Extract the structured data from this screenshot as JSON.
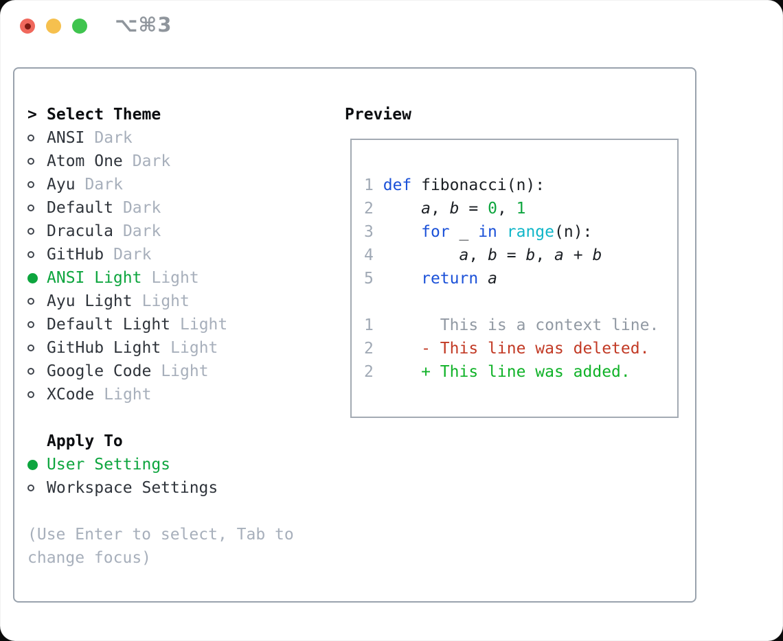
{
  "window": {
    "shortcut_label": "⌥⌘3",
    "traffic_lights": [
      {
        "name": "close",
        "color": "#f0685c"
      },
      {
        "name": "minimize",
        "color": "#f6c04e"
      },
      {
        "name": "zoom",
        "color": "#3fc44e"
      }
    ]
  },
  "colors": {
    "accent_green": "#0da53e",
    "muted_gray": "#a7afbb",
    "text_dark": "#2f343b",
    "border_gray": "#99a2ad",
    "keyword_blue": "#1b51d8",
    "builtin_cyan": "#10b6c8",
    "diff_red": "#c23a25",
    "diff_green": "#10b228"
  },
  "theme_list": {
    "header_marker": ">",
    "header": "Select Theme",
    "items": [
      {
        "name": "ANSI",
        "tag": "Dark",
        "selected": false
      },
      {
        "name": "Atom One",
        "tag": "Dark",
        "selected": false
      },
      {
        "name": "Ayu",
        "tag": "Dark",
        "selected": false
      },
      {
        "name": "Default",
        "tag": "Dark",
        "selected": false
      },
      {
        "name": "Dracula",
        "tag": "Dark",
        "selected": false
      },
      {
        "name": "GitHub",
        "tag": "Dark",
        "selected": false
      },
      {
        "name": "ANSI Light",
        "tag": "Light",
        "selected": true
      },
      {
        "name": "Ayu Light",
        "tag": "Light",
        "selected": false
      },
      {
        "name": "Default Light",
        "tag": "Light",
        "selected": false
      },
      {
        "name": "GitHub Light",
        "tag": "Light",
        "selected": false
      },
      {
        "name": "Google Code",
        "tag": "Light",
        "selected": false
      },
      {
        "name": "XCode",
        "tag": "Light",
        "selected": false
      }
    ]
  },
  "apply_to": {
    "header": "Apply To",
    "options": [
      {
        "label": "User Settings",
        "selected": true
      },
      {
        "label": "Workspace Settings",
        "selected": false
      }
    ]
  },
  "hint": {
    "line1": "(Use Enter to select, Tab to",
    "line2": "change focus)"
  },
  "preview": {
    "title": "Preview",
    "code_lines": [
      {
        "num": "1",
        "tokens": [
          {
            "t": "def",
            "c": "kw"
          },
          {
            "t": " fibonacci(n):",
            "c": "fg"
          }
        ]
      },
      {
        "num": "2",
        "tokens": [
          {
            "t": "    ",
            "c": "fg"
          },
          {
            "t": "a",
            "c": "var"
          },
          {
            "t": ", ",
            "c": "fg"
          },
          {
            "t": "b",
            "c": "var"
          },
          {
            "t": " = ",
            "c": "fg"
          },
          {
            "t": "0",
            "c": "num"
          },
          {
            "t": ", ",
            "c": "fg"
          },
          {
            "t": "1",
            "c": "num"
          }
        ]
      },
      {
        "num": "3",
        "tokens": [
          {
            "t": "    ",
            "c": "fg"
          },
          {
            "t": "for",
            "c": "kw"
          },
          {
            "t": " _ ",
            "c": "fg"
          },
          {
            "t": "in",
            "c": "kw"
          },
          {
            "t": " ",
            "c": "fg"
          },
          {
            "t": "range",
            "c": "fn"
          },
          {
            "t": "(n):",
            "c": "fg"
          }
        ]
      },
      {
        "num": "4",
        "tokens": [
          {
            "t": "        ",
            "c": "fg"
          },
          {
            "t": "a",
            "c": "var"
          },
          {
            "t": ", ",
            "c": "fg"
          },
          {
            "t": "b",
            "c": "var"
          },
          {
            "t": " = ",
            "c": "fg"
          },
          {
            "t": "b",
            "c": "var"
          },
          {
            "t": ", ",
            "c": "fg"
          },
          {
            "t": "a",
            "c": "var"
          },
          {
            "t": " + ",
            "c": "fg"
          },
          {
            "t": "b",
            "c": "var"
          }
        ]
      },
      {
        "num": "5",
        "tokens": [
          {
            "t": "    ",
            "c": "fg"
          },
          {
            "t": "return",
            "c": "kw"
          },
          {
            "t": " ",
            "c": "fg"
          },
          {
            "t": "a",
            "c": "var"
          }
        ]
      }
    ],
    "diff_lines": [
      {
        "num": "1",
        "tokens": [
          {
            "t": "      This is a context line.",
            "c": "ctx"
          }
        ]
      },
      {
        "num": "2",
        "tokens": [
          {
            "t": "    ",
            "c": "fg"
          },
          {
            "t": "- This line was deleted.",
            "c": "del"
          }
        ]
      },
      {
        "num": "2",
        "tokens": [
          {
            "t": "    ",
            "c": "fg"
          },
          {
            "t": "+ This line was added.",
            "c": "add"
          }
        ]
      }
    ]
  }
}
